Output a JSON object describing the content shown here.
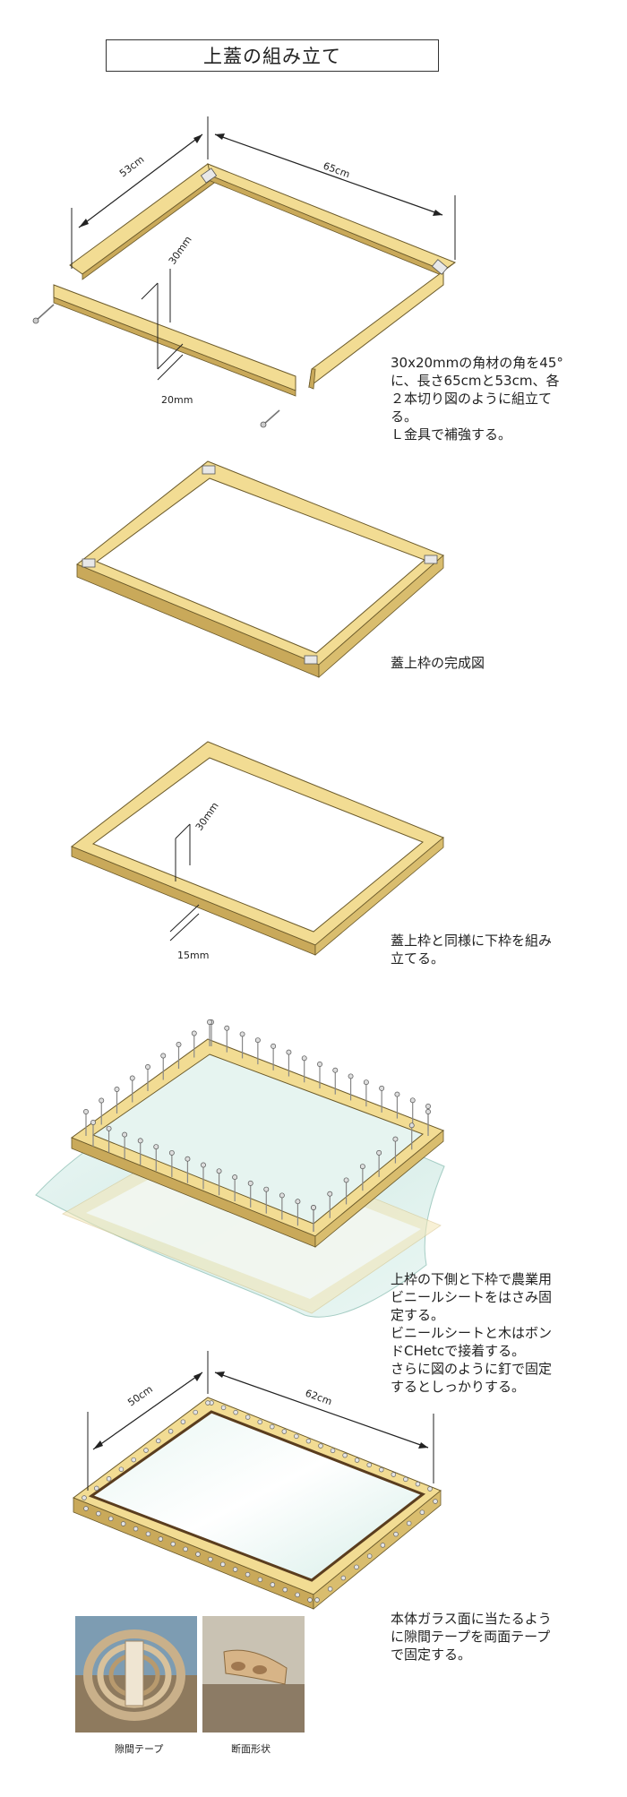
{
  "title": "上蓋の組み立て",
  "steps": [
    {
      "text": "30x20mmの角材の角を45°\nに、長さ65cmと53cm、各\n２本切り図のように組立て\nる。\nＬ金具で補強する。",
      "dims": {
        "width": "53cm",
        "length": "65cm",
        "thick": "30mm",
        "height": "20mm"
      }
    },
    {
      "text": "蓋上枠の完成図"
    },
    {
      "text": "蓋上枠と同様に下枠を組み\n立てる。",
      "dims": {
        "thick": "30mm",
        "height": "15mm"
      }
    },
    {
      "text": "上枠の下側と下枠で農業用\nビニールシートをはさみ固\n定する。\nビニールシートと木はボン\nドCHetcで接着する。\nさらに図のように釘で固定\nするとしっかりする。"
    },
    {
      "text": "本体ガラス面に当たるよう\nに隙間テープを両面テープ\nで固定する。",
      "dims": {
        "width": "50cm",
        "length": "62cm"
      }
    }
  ],
  "photos": [
    {
      "caption": "隙間テープ"
    },
    {
      "caption": "断面形状"
    }
  ],
  "colors": {
    "wood": "#f2dc93",
    "wood_dark": "#c9a95a",
    "outline": "#6b5a2a",
    "sheet": "#dcefeb"
  }
}
